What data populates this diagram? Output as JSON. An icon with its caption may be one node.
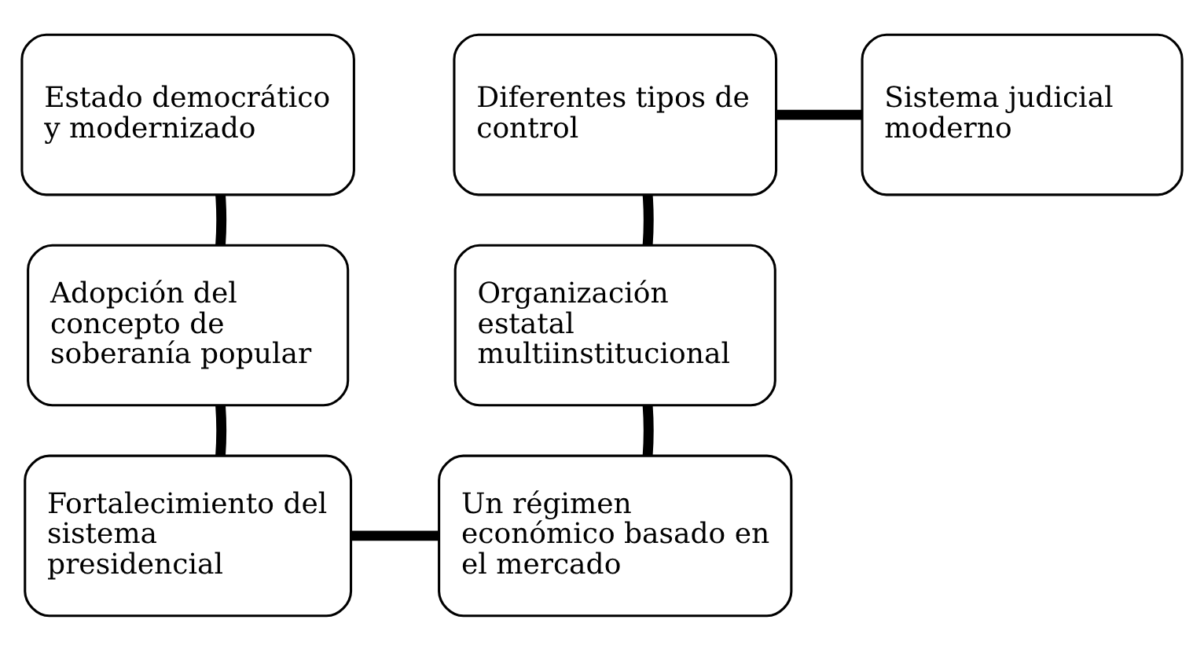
{
  "diagram": {
    "nodes": [
      {
        "text": [
          "Estado democrático y modernizado"
        ]
      },
      {
        "text": [
          "Adopción del concepto de soberanía popular"
        ]
      },
      {
        "text": [
          "Fortalecimiento del sistema presidencial"
        ]
      },
      {
        "text": [
          "Un régimen económico basado en el mercado"
        ]
      },
      {
        "text": [
          "Organización estatal multiinstitucional"
        ]
      },
      {
        "text": [
          "Diferentes tipos de control"
        ]
      },
      {
        "text": [
          "Sistema judicial moderno"
        ]
      }
    ],
    "edges": [
      {
        "from": 0,
        "to": 1,
        "arrow": "none"
      },
      {
        "from": 1,
        "to": 2,
        "arrow": "none"
      },
      {
        "from": 2,
        "to": 3,
        "arrow": "none"
      },
      {
        "from": 3,
        "to": 4,
        "arrow": "none"
      },
      {
        "from": 4,
        "to": 5,
        "arrow": "none"
      },
      {
        "from": 5,
        "to": 6,
        "arrow": "none"
      }
    ]
  }
}
